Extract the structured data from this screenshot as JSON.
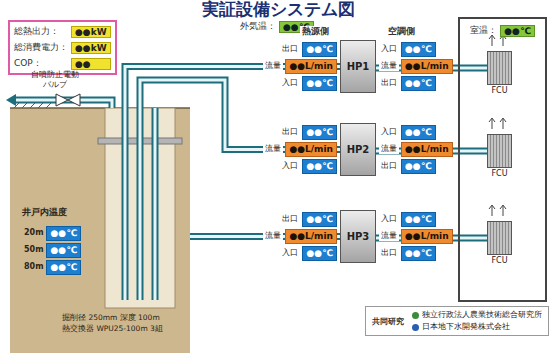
{
  "diagram": {
    "title": "実証設備システム図",
    "nodes": [
      {
        "text": [
          "総熱出力：",
          "●●kW",
          "総消費電力：",
          "●●kW",
          "COP：",
          "●●"
        ]
      },
      {
        "text": [
          "外気温：",
          "●●℃"
        ]
      },
      {
        "text": [
          "井戸内温度"
        ]
      },
      {
        "text": [
          "HP1"
        ]
      },
      {
        "text": [
          "HP2"
        ]
      },
      {
        "text": [
          "HP3"
        ]
      },
      {
        "text": [
          "室温：",
          "●●℃"
        ]
      },
      {
        "text": [
          "FCU"
        ],
        "in": 6
      },
      {
        "text": [
          "FCU"
        ],
        "in": 6
      },
      {
        "text": [
          "FCU"
        ],
        "in": 6
      },
      {
        "text": [
          "共同研究",
          "独立行政法人農業技術総合研究所",
          "日本地下水開発株式会社"
        ]
      }
    ],
    "edges": [
      {
        "from": 2,
        "to": 3,
        "arrow": "none"
      },
      {
        "from": 2,
        "to": 4,
        "arrow": "none"
      },
      {
        "from": 2,
        "to": 5,
        "arrow": "none"
      },
      {
        "from": 3,
        "to": 7,
        "arrow": "none"
      },
      {
        "from": 4,
        "to": 8,
        "arrow": "none"
      },
      {
        "from": 5,
        "to": 9,
        "arrow": "none"
      }
    ],
    "labels": [
      "熱源側",
      "空調側",
      "出口",
      "●●℃",
      "流量",
      "●●L/min",
      "入口",
      "●●℃",
      "入口",
      "●●℃",
      "流量",
      "●●L/min",
      "出口",
      "●●℃",
      "出口",
      "●●℃",
      "流量",
      "●●L/min",
      "入口",
      "●●℃",
      "入口",
      "●●℃",
      "流量",
      "●●L/min",
      "出口",
      "●●℃",
      "出口",
      "●●℃",
      "流量",
      "●●L/min",
      "入口",
      "●●℃",
      "入口",
      "●●℃",
      "流量",
      "●●L/min",
      "出口",
      "●●℃",
      "20m",
      "●●℃",
      "50m",
      "●●℃",
      "80m",
      "●●℃",
      "自噴防止電動バルブ",
      "掘削径 250mm 深度 100m",
      "熱交換器 WPU25-100m 3組"
    ]
  }
}
